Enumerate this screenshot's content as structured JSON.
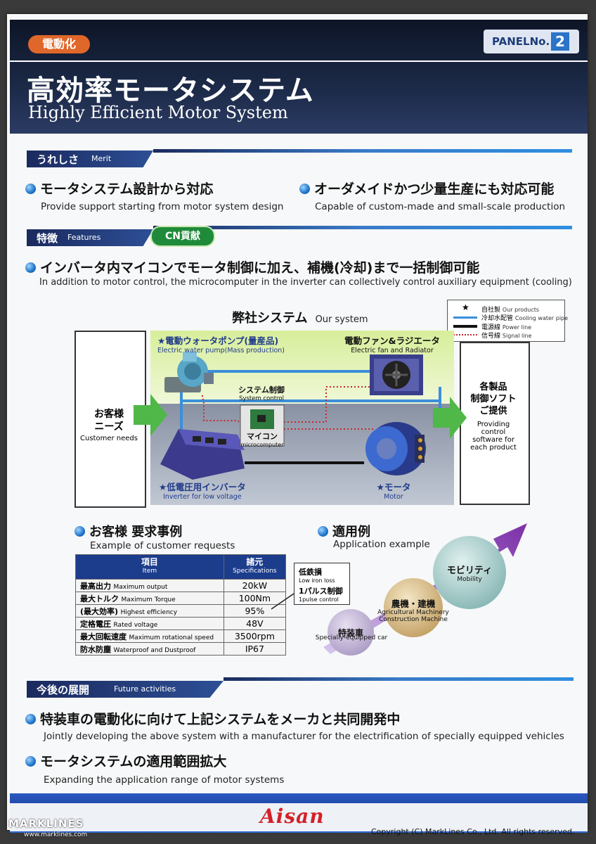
{
  "header": {
    "tag": "電動化",
    "panel_label": "PANELNo.",
    "panel_number": "2",
    "title_jp": "高効率モータシステム",
    "title_en": "Highly Efficient Motor System"
  },
  "merit": {
    "label_jp": "うれしさ",
    "label_en": "Merit",
    "items": [
      {
        "jp": "モータシステム設計から対応",
        "en": "Provide support starting from motor system design"
      },
      {
        "jp": "オーダメイドかつ少量生産にも対応可能",
        "en": "Capable of custom-made and small-scale production"
      }
    ]
  },
  "features": {
    "label_jp": "特徴",
    "label_en": "Features",
    "cn_badge": "CN貢献",
    "headline_jp": "インバータ内マイコンでモータ制御に加え、補機(冷却)まで一括制御可能",
    "headline_en": "In addition to motor control, the microcomputer in the inverter can collectively control auxiliary equipment (cooling)"
  },
  "diagram": {
    "title_jp": "弊社システム",
    "title_en": "Our system",
    "legend": [
      {
        "jp": "自社製",
        "en": "Our products"
      },
      {
        "jp": "冷却水配管",
        "en": "Cooling water pipe"
      },
      {
        "jp": "電源線",
        "en": "Power line"
      },
      {
        "jp": "信号線",
        "en": "Signal line"
      }
    ],
    "customer_jp": "お客様\nニーズ",
    "customer_en": "Customer needs",
    "provide_jp": "各製品\n制御ソフト\nご提供",
    "provide_en": "Providing\ncontrol\nsoftware for\neach product",
    "pump_jp": "★電動ウォータポンプ(量産品)",
    "pump_en": "Electric water pump(Mass production)",
    "fan_jp": "電動ファン&ラジエータ",
    "fan_en": "Electric fan and Radiator",
    "sysctl_jp": "システム制御",
    "sysctl_en": "System control",
    "micro_jp": "マイコン",
    "micro_en": "microcomputer",
    "inverter_jp": "★低電圧用インバータ",
    "inverter_en": "Inverter for low voltage",
    "motor_jp": "★モータ",
    "motor_en": "Motor",
    "colors": {
      "cooling": "#3b8fd9",
      "power": "#111111",
      "signal": "#c8282e",
      "arrow": "#4fb848"
    }
  },
  "requests": {
    "title_jp": "お客様 要求事例",
    "title_en": "Example of customer requests",
    "col1_jp": "項目",
    "col1_en": "Item",
    "col2_jp": "諸元",
    "col2_en": "Specifications",
    "rows": [
      {
        "jp": "最高出力",
        "en": "Maximum output",
        "value": "20kW"
      },
      {
        "jp": "最大トルク",
        "en": "Maximum Torque",
        "value": "100Nm"
      },
      {
        "jp": "(最大効率)",
        "en": "Highest efficiency",
        "value": "95%"
      },
      {
        "jp": "定格電圧",
        "en": "Rated voltage",
        "value": "48V"
      },
      {
        "jp": "最大回転速度",
        "en": "Maximum rotational speed",
        "value": "3500rpm"
      },
      {
        "jp": "防水防塵",
        "en": "Waterproof and Dustproof",
        "value": "IP67"
      }
    ],
    "callout": {
      "line1_jp": "低鉄損",
      "line1_en": "Low iron loss",
      "line2_jp": "1パルス制御",
      "line2_en": "1pulse control"
    }
  },
  "applications": {
    "title_jp": "適用例",
    "title_en": "Application example",
    "items": [
      {
        "jp": "特装車",
        "en": "Specially-equipped car"
      },
      {
        "jp": "農機・建機",
        "en": "Agricultural Machinery\nConstruction Machine"
      },
      {
        "jp": "モビリティ",
        "en": "Mobility"
      }
    ]
  },
  "future": {
    "label_jp": "今後の展開",
    "label_en": "Future activities",
    "items": [
      {
        "jp": "特装車の電動化に向けて上記システムをメーカと共同開発中",
        "en": "Jointly developing the above system with a manufacturer for the electrification of specially equipped vehicles"
      },
      {
        "jp": "モータシステムの適用範囲拡大",
        "en": "Expanding the application range of motor systems"
      }
    ]
  },
  "footer": {
    "brand": "Aisan",
    "watermark": "MARKLINES",
    "watermark_url": "www.marklines.com",
    "copyright": "Copyright (C) MarkLines Co., Ltd. All rights reserved."
  }
}
